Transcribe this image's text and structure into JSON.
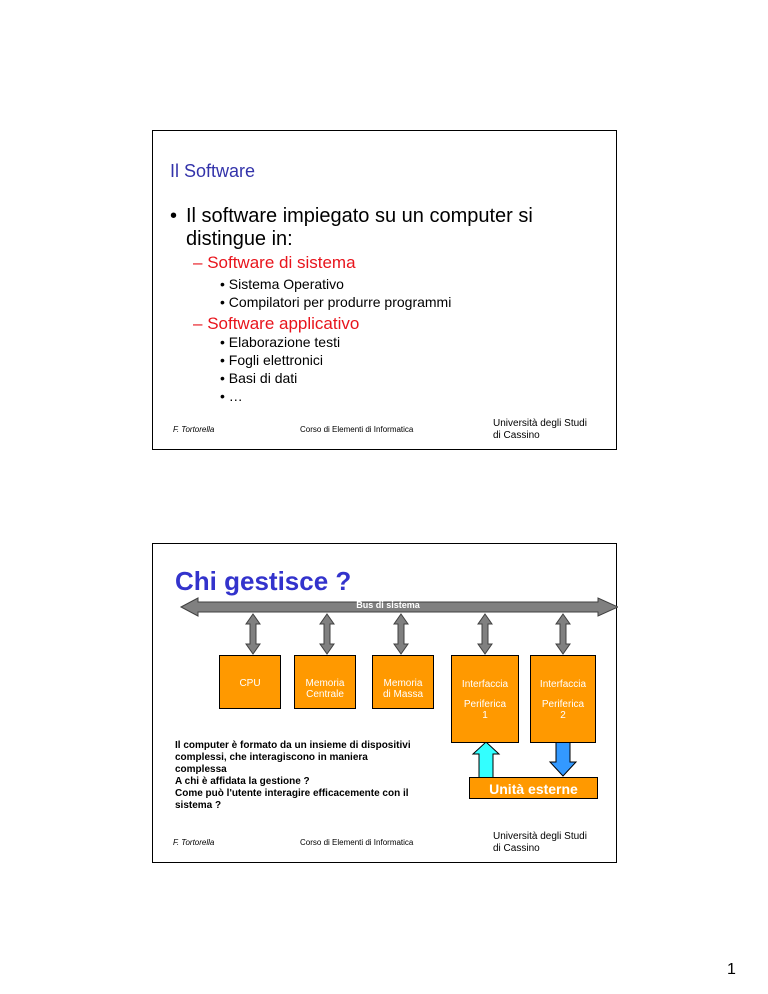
{
  "slide1": {
    "title": "Il Software",
    "bullet": "Il software impiegato su un computer si distingue in:",
    "groups": [
      {
        "label": "Software di sistema",
        "items": [
          "Sistema Operativo",
          "Compilatori per produrre programmi"
        ]
      },
      {
        "label": "Software applicativo",
        "items": [
          "Elaborazione testi",
          "Fogli elettronici",
          "Basi di dati",
          "…"
        ]
      }
    ],
    "footer": {
      "author": "F. Tortorella",
      "course": "Corso di Elementi di Informatica",
      "univ_line1": "Università degli Studi",
      "univ_line2": "di Cassino"
    }
  },
  "slide2": {
    "title": "Chi gestisce ?",
    "bus_label": "Bus di sistema",
    "boxes": [
      {
        "line1": "CPU",
        "line2": ""
      },
      {
        "line1": "Memoria",
        "line2": "Centrale"
      },
      {
        "line1": "Memoria",
        "line2": "di Massa"
      },
      {
        "line1": "Interfaccia",
        "line2": "Periferica",
        "line3": "1"
      },
      {
        "line1": "Interfaccia",
        "line2": "Periferica",
        "line3": "2"
      }
    ],
    "external": "Unità esterne",
    "description": [
      "Il computer è formato da un insieme di dispositivi",
      "complessi, che interagiscono in maniera",
      "complessa",
      "A chi è affidata la gestione ?",
      "Come può l'utente interagire efficacemente con il",
      "sistema ?"
    ],
    "footer": {
      "author": "F. Tortorella",
      "course": "Corso di Elementi di Informatica",
      "univ_line1": "Università degli Studi",
      "univ_line2": "di Cassino"
    }
  },
  "page_number": "1",
  "colors": {
    "title_blue": "#3333aa",
    "accent_red": "#e8141c",
    "box_orange": "#ff9900",
    "arrow_gray": "#808080",
    "arrow_cyan": "#33ffff",
    "arrow_blue": "#3399ff"
  }
}
